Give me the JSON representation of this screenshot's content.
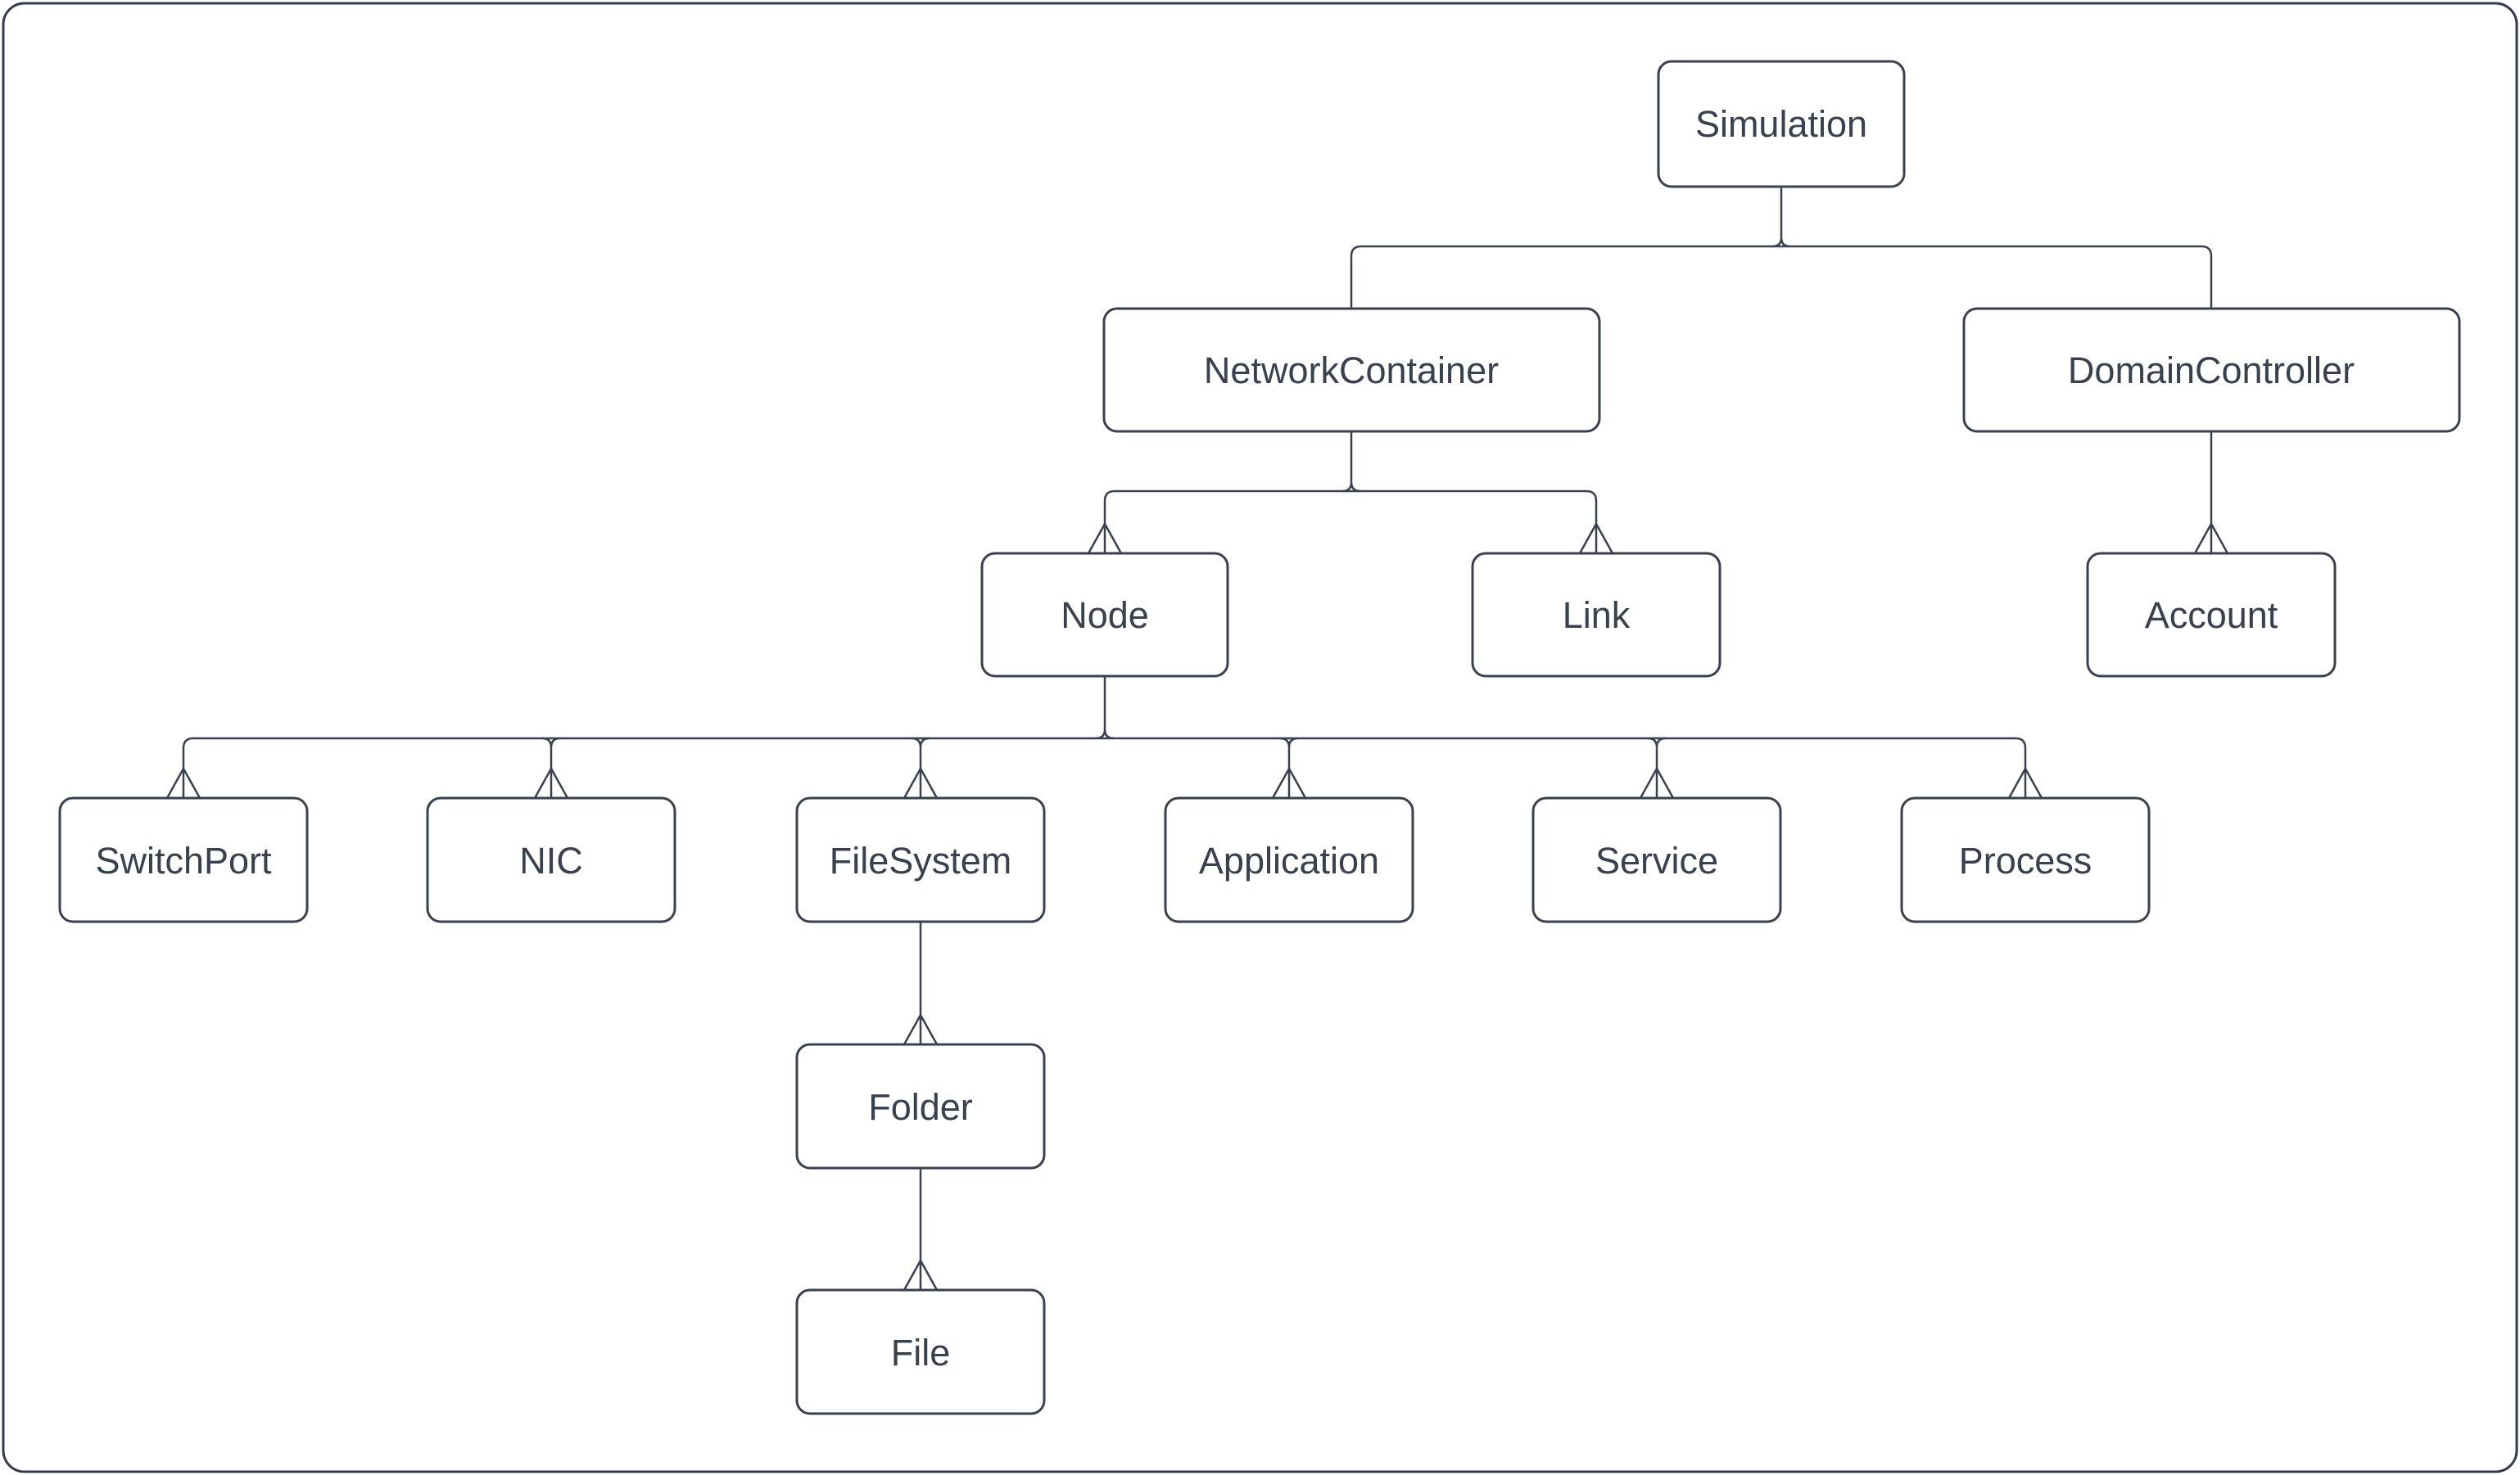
{
  "canvas": {
    "background": "#ffffff",
    "border_color": "#343B4A",
    "line_color": "#39414F",
    "text_color": "#39414F"
  },
  "diagram": {
    "type": "class-hierarchy-tree",
    "arrow_style": "open-caret-at-child-top",
    "nodes": {
      "simulation": {
        "label": "Simulation",
        "parent": null
      },
      "network_container": {
        "label": "NetworkContainer",
        "parent": "simulation"
      },
      "domain_controller": {
        "label": "DomainController",
        "parent": "simulation"
      },
      "node": {
        "label": "Node",
        "parent": "network_container"
      },
      "link": {
        "label": "Link",
        "parent": "network_container"
      },
      "account": {
        "label": "Account",
        "parent": "domain_controller"
      },
      "switch_port": {
        "label": "SwitchPort",
        "parent": "node"
      },
      "nic": {
        "label": "NIC",
        "parent": "node"
      },
      "file_system": {
        "label": "FileSystem",
        "parent": "node"
      },
      "application": {
        "label": "Application",
        "parent": "node"
      },
      "service": {
        "label": "Service",
        "parent": "node"
      },
      "process": {
        "label": "Process",
        "parent": "node"
      },
      "folder": {
        "label": "Folder",
        "parent": "file_system"
      },
      "file": {
        "label": "File",
        "parent": "folder"
      }
    }
  }
}
